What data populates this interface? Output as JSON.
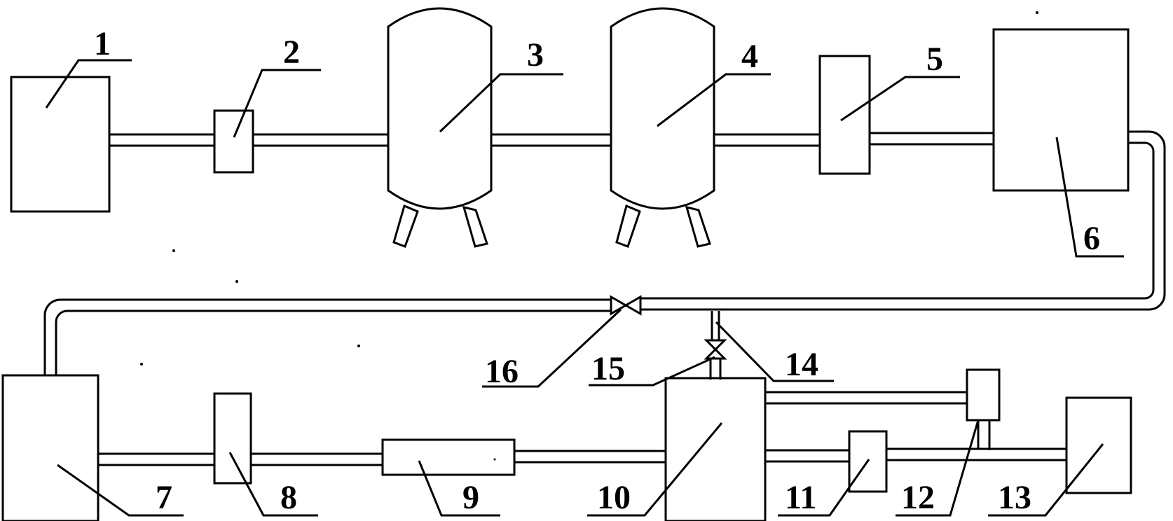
{
  "diagram": {
    "labels": {
      "n1": "1",
      "n2": "2",
      "n3": "3",
      "n4": "4",
      "n5": "5",
      "n6": "6",
      "n7": "7",
      "n8": "8",
      "n9": "9",
      "n10": "10",
      "n11": "11",
      "n12": "12",
      "n13": "13",
      "n14": "14",
      "n15": "15",
      "n16": "16"
    },
    "colors": {
      "stroke": "#000000",
      "background": "#ffffff"
    }
  }
}
